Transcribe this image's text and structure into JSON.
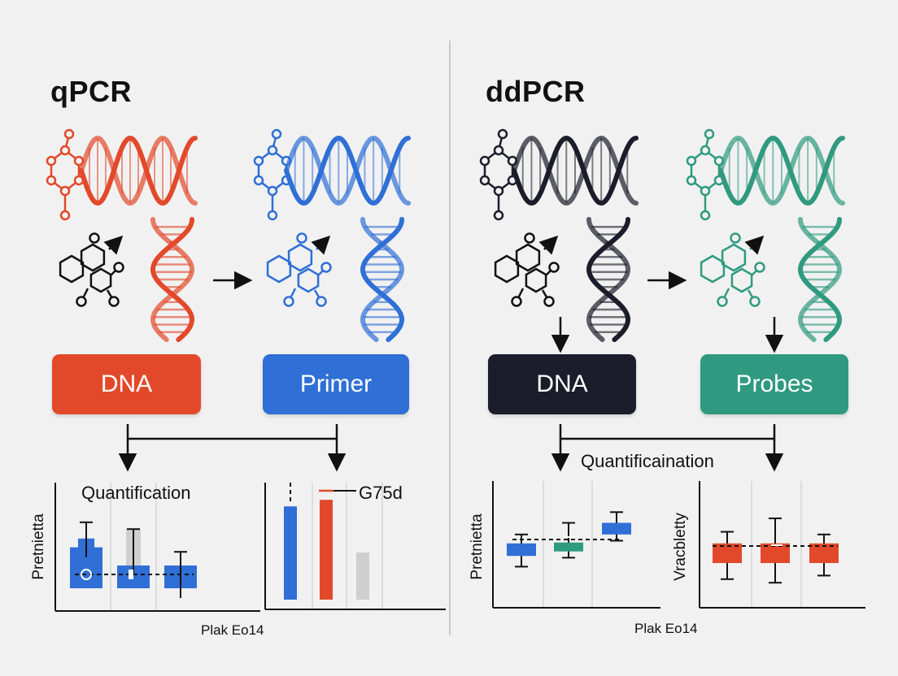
{
  "colors": {
    "red": "#e2492a",
    "blue": "#2f6fd6",
    "dark": "#1c1d2b",
    "teal": "#2f9a7f",
    "gray": "#cfcfcf",
    "background": "#f1f1f1"
  },
  "icons": [
    "molecule-icon",
    "dna-helix-icon",
    "arrow-right-icon",
    "arrow-down-icon"
  ],
  "qpcr": {
    "title": "qPCR",
    "dna_label": "DNA",
    "primer_label": "Primer",
    "chart_title": "Quantification",
    "y_label": "Pretnietta",
    "x_label": "Plak Eo14",
    "annotation": "G75d"
  },
  "ddpcr": {
    "title": "ddPCR",
    "dna_label": "DNA",
    "probes_label": "Probes",
    "chart_title": "Quantificaination",
    "y_label_left": "Pretnietta",
    "y_label_right": "Vracbletty",
    "x_label": "Plak Eo14"
  },
  "chart_data": [
    {
      "type": "bar",
      "panel": "qpcr-left",
      "title": "Quantification",
      "ylabel": "Pretnietta",
      "xlabel": "Plak Eo14",
      "values": [
        0.36,
        0.2,
        0.2
      ],
      "overlay": [
        null,
        0.52,
        null
      ],
      "error_high": [
        0.58,
        0.52,
        0.32
      ],
      "error_low": [
        0.36,
        0.2,
        0.0
      ]
    },
    {
      "type": "bar",
      "panel": "qpcr-right",
      "annotation": "G75d",
      "values": [
        0.85,
        0.91,
        0.43
      ]
    },
    {
      "type": "box",
      "panel": "ddpcr-left",
      "ylabel": "Pretnietta",
      "boxes": [
        {
          "low": 0.46,
          "q1": 0.58,
          "q3": 0.72,
          "high": 0.82
        },
        {
          "low": 0.56,
          "q1": 0.63,
          "q3": 0.73,
          "high": 0.95
        },
        {
          "low": 0.75,
          "q1": 0.82,
          "q3": 0.95,
          "high": 1.07
        }
      ]
    },
    {
      "type": "box",
      "panel": "ddpcr-right",
      "ylabel": "Vracbletty",
      "boxes": [
        {
          "low": 0.32,
          "q1": 0.5,
          "q3": 0.72,
          "high": 0.85
        },
        {
          "low": 0.28,
          "q1": 0.5,
          "q3": 0.72,
          "high": 1.0
        },
        {
          "low": 0.36,
          "q1": 0.5,
          "q3": 0.72,
          "high": 0.82
        }
      ]
    }
  ]
}
